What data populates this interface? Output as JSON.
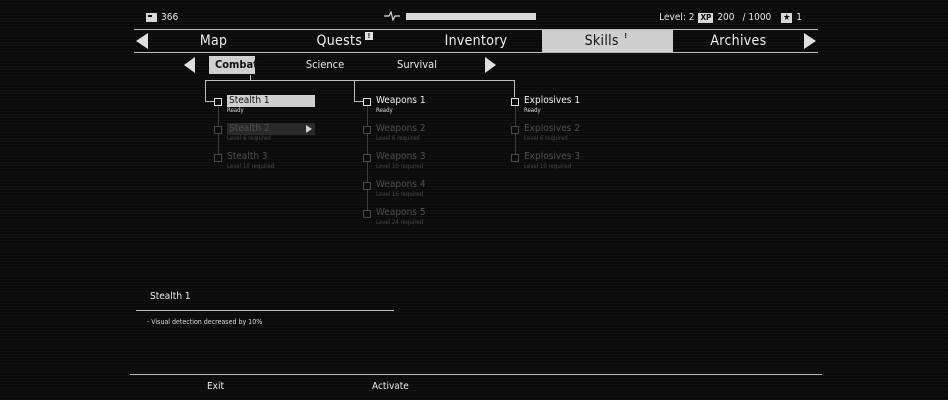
{
  "top": {
    "credits": "366",
    "health_fraction": 1.0,
    "level_text": "Level: 2",
    "xp_label": "XP",
    "xp_current": "200",
    "xp_max": "/ 1000",
    "star_icon": "★",
    "skill_points": "1"
  },
  "nav": {
    "tabs": [
      {
        "label": "Map",
        "badge": ""
      },
      {
        "label": "Quests",
        "badge": "!"
      },
      {
        "label": "Inventory",
        "badge": ""
      },
      {
        "label": "Skills",
        "badge": "!"
      },
      {
        "label": "Archives",
        "badge": ""
      }
    ]
  },
  "subnav": {
    "tabs": [
      "Combat",
      "Science",
      "Survival"
    ]
  },
  "skills": {
    "stealth": [
      {
        "name": "Stealth 1",
        "status": "Ready"
      },
      {
        "name": "Stealth 2",
        "status": "Level 6 required"
      },
      {
        "name": "Stealth 3",
        "status": "Level 10 required"
      }
    ],
    "weapons": [
      {
        "name": "Weapons 1",
        "status": "Ready"
      },
      {
        "name": "Weapons 2",
        "status": "Level 6 required"
      },
      {
        "name": "Weapons 3",
        "status": "Level 10 required"
      },
      {
        "name": "Weapons 4",
        "status": "Level 16 required"
      },
      {
        "name": "Weapons 5",
        "status": "Level 24 required"
      }
    ],
    "explosives": [
      {
        "name": "Explosives 1",
        "status": "Ready"
      },
      {
        "name": "Explosives 2",
        "status": "Level 6 required"
      },
      {
        "name": "Explosives 3",
        "status": "Level 10 required"
      }
    ]
  },
  "description": {
    "title": "Stealth 1",
    "text": "- Visual detection decreased by 10%"
  },
  "footer": {
    "exit": "Exit",
    "activate": "Activate"
  },
  "colors": {
    "accent": "#cfcfcf",
    "background": "#0b0b0b",
    "locked": "#4a4a4a"
  }
}
